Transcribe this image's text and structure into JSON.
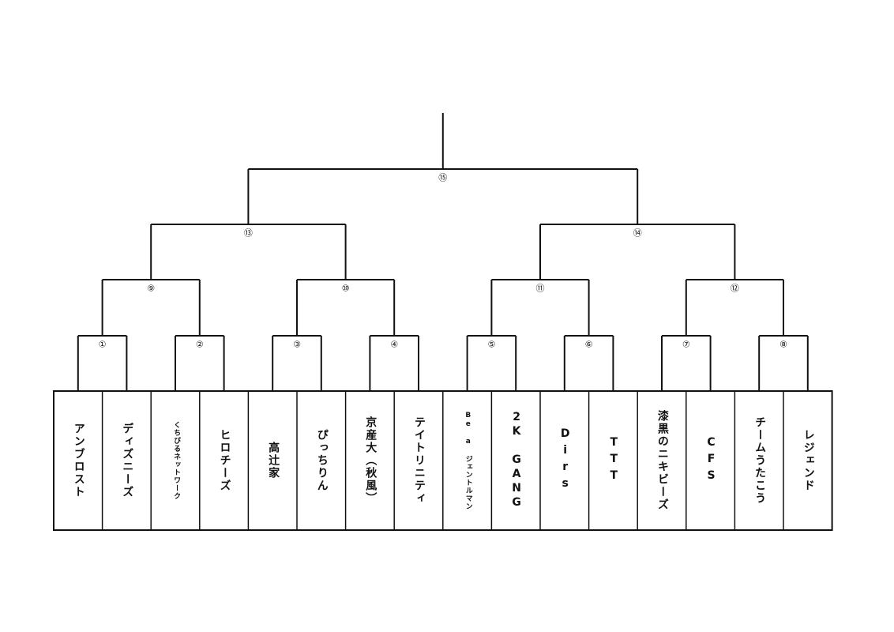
{
  "matches": [
    "①",
    "②",
    "③",
    "④",
    "⑤",
    "⑥",
    "⑦",
    "⑧",
    "⑨",
    "⑩",
    "⑪",
    "⑫",
    "⑬",
    "⑭",
    "⑮"
  ],
  "teams": [
    "アンブロスト",
    "ディズニーズ",
    "くちびるネットワーク",
    "ヒロチーズ",
    "高辻家",
    "ぴっちりん",
    "京産大（秋風）",
    "テイトリニティ",
    "Be a ジェントルマン",
    "2K GANG",
    "Dirs",
    "TTT",
    "漆黒のニキビーズ",
    "CFS",
    "チームうたこう",
    "レジェンド"
  ]
}
